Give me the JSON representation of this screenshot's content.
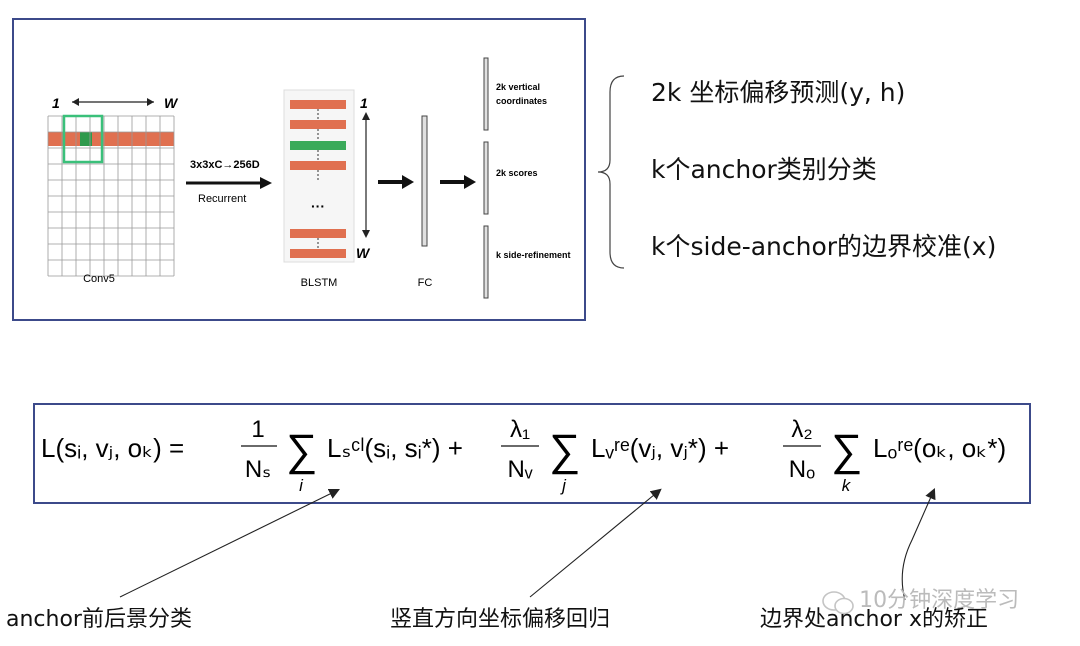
{
  "diagram": {
    "grid_top_left": "1",
    "grid_top_right": "W",
    "arrow_label_top": "3x3xC→256D",
    "arrow_label_bottom": "Recurrent",
    "conv_label": "Conv5",
    "blstm_top": "1",
    "blstm_bottom": "W",
    "blstm_dots": "···",
    "blstm_label": "BLSTM",
    "fc_label": "FC",
    "out1_line1": "2k vertical",
    "out1_line2": "coordinates",
    "out2": "2k scores",
    "out3": "k side-refinement",
    "colors": {
      "orange": "#e07050",
      "green": "#3aaa5a",
      "grid": "#888888",
      "highlight": "#3ac07a"
    }
  },
  "outputs": [
    "2k 坐标偏移预测(y, h)",
    "k个anchor类别分类",
    "k个side-anchor的边界校准(x)"
  ],
  "formula": {
    "lhs": "L(sᵢ, vⱼ, oₖ) =",
    "t1_num": "1",
    "t1_den": "Nₛ",
    "t1_sub": "i",
    "t1_body": "Lₛᶜˡ(sᵢ, sᵢ*) +",
    "t2_num": "λ₁",
    "t2_den": "Nᵥ",
    "t2_sub": "j",
    "t2_body": "Lᵥʳᵉ(vⱼ, vⱼ*) +",
    "t3_num": "λ₂",
    "t3_den": "Nₒ",
    "t3_sub": "k",
    "t3_body": "Lₒʳᵉ(oₖ, oₖ*)",
    "sum": "∑"
  },
  "annotations": {
    "left": "anchor前后景分类",
    "middle": "竖直方向坐标偏移回归",
    "right": "边界处anchor x的矫正"
  },
  "watermark": "10分钟深度学习"
}
